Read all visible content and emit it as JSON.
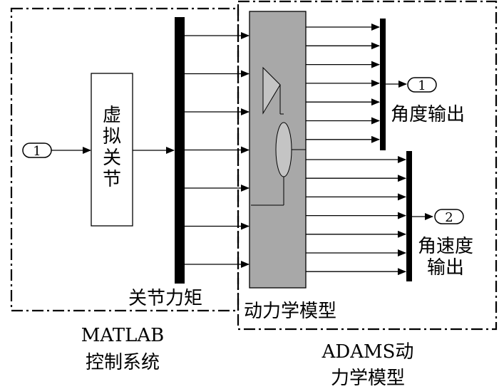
{
  "colors": {
    "line": "#000000",
    "block_fill": "#ffffff",
    "adams_block_fill": "#a8a8a8",
    "inner_fill": "#c4c4c4"
  },
  "input_port": {
    "label": "1"
  },
  "virtual_joint": {
    "label_chars": [
      "虚",
      "拟",
      "关",
      "节"
    ]
  },
  "torque_bus": {
    "label": "关节力矩",
    "signal_count": 7
  },
  "adams_block": {
    "label": "动力学模型",
    "input_count": 7,
    "output_count": 14
  },
  "angle_output": {
    "port_label": "1",
    "label": "角度输出",
    "signal_count": 7
  },
  "angular_velocity_output": {
    "port_label": "2",
    "label_lines": [
      "角速度",
      "输出"
    ],
    "signal_count": 7
  },
  "matlab_subsystem": {
    "label_lines": [
      "MATLAB",
      "控制系统"
    ]
  },
  "adams_subsystem": {
    "label_lines": [
      "ADAMS动",
      "力学模型"
    ]
  }
}
